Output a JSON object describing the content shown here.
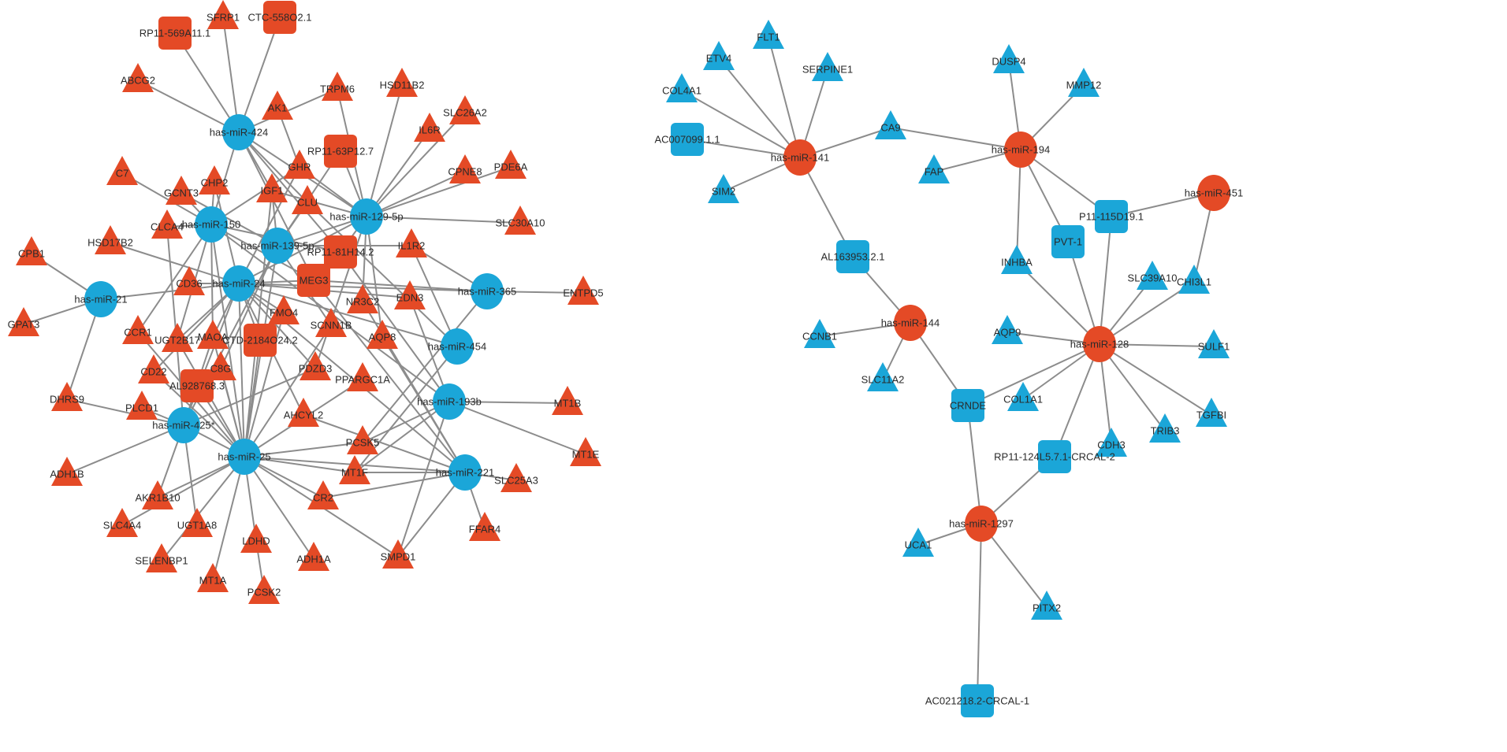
{
  "colors": {
    "red": "#e44a26",
    "blue": "#1ba6d8",
    "edge": "#8c8c8c"
  },
  "networks": [
    {
      "name": "left",
      "mirna_color": "blue",
      "target_color": "red",
      "mirnas": [
        "has-miR-424",
        "has-miR-150",
        "has-miR-139-5p",
        "has-miR-129-5p",
        "has-miR-24",
        "has-miR-21",
        "has-miR-365",
        "has-miR-454",
        "has-miR-193b",
        "has-miR-425*",
        "has-miR-25",
        "has-miR-221"
      ],
      "lncrnas": [
        "RP11-569A11.1",
        "CTC-558O2.1",
        "RP11-63P12.7",
        "RP11-81H14.2",
        "MEG3",
        "CTD-2184O24.2",
        "AL928768.3"
      ],
      "genes": [
        "SFRP1",
        "ABCG2",
        "AK1",
        "TRPM6",
        "HSD11B2",
        "IL6R",
        "SLC26A2",
        "GHR",
        "CPNE8",
        "PDE6A",
        "C7",
        "CHP2",
        "GCNT3",
        "IGF1",
        "CLU",
        "SLC30A10",
        "CLCA4",
        "HSD17B2",
        "IL1R2",
        "CPB1",
        "CD36",
        "EDN3",
        "NR3C2",
        "ENTPD5",
        "FMO4",
        "GPAT3",
        "SCNN1B",
        "CCR1",
        "UGT2B17",
        "MAOA",
        "AQP8",
        "CD22",
        "PDZD3",
        "C8G",
        "PPARGC1A",
        "DHRS9",
        "PLCD1",
        "AHCYL2",
        "MT1B",
        "PCSK5",
        "ADH1B",
        "MT1E",
        "MT1F",
        "SLC25A3",
        "AKR1B10",
        "CR2",
        "SLC4A4",
        "UGT1A8",
        "FFAR4",
        "LDHD",
        "SMPD1",
        "ADH1A",
        "SELENBP1",
        "MT1A",
        "PCSK2"
      ],
      "edges": [
        [
          "has-miR-424",
          "RP11-569A11.1"
        ],
        [
          "has-miR-424",
          "SFRP1"
        ],
        [
          "has-miR-424",
          "CTC-558O2.1"
        ],
        [
          "has-miR-424",
          "ABCG2"
        ],
        [
          "has-miR-424",
          "TRPM6"
        ],
        [
          "has-miR-424",
          "has-miR-150"
        ],
        [
          "has-miR-424",
          "CLU"
        ],
        [
          "has-miR-424",
          "MEG3"
        ],
        [
          "has-miR-424",
          "RP11-81H14.2"
        ],
        [
          "has-miR-424",
          "has-miR-129-5p"
        ],
        [
          "has-miR-424",
          "IGF1"
        ],
        [
          "has-miR-129-5p",
          "TRPM6"
        ],
        [
          "has-miR-129-5p",
          "HSD11B2"
        ],
        [
          "has-miR-129-5p",
          "IL6R"
        ],
        [
          "has-miR-129-5p",
          "SLC26A2"
        ],
        [
          "has-miR-129-5p",
          "CPNE8"
        ],
        [
          "has-miR-129-5p",
          "PDE6A"
        ],
        [
          "has-miR-129-5p",
          "SLC30A10"
        ],
        [
          "has-miR-129-5p",
          "RP11-63P12.7"
        ],
        [
          "has-miR-129-5p",
          "GHR"
        ],
        [
          "has-miR-129-5p",
          "IGF1"
        ],
        [
          "has-miR-129-5p",
          "has-miR-139-5p"
        ],
        [
          "has-miR-129-5p",
          "RP11-81H14.2"
        ],
        [
          "has-miR-129-5p",
          "NR3C2"
        ],
        [
          "has-miR-129-5p",
          "PDZD3"
        ],
        [
          "has-miR-129-5p",
          "has-miR-24"
        ],
        [
          "has-miR-129-5p",
          "AQP8"
        ],
        [
          "has-miR-150",
          "GCNT3"
        ],
        [
          "has-miR-150",
          "CLCA4"
        ],
        [
          "has-miR-150",
          "C7"
        ],
        [
          "has-miR-150",
          "CHP2"
        ],
        [
          "has-miR-150",
          "GHR"
        ],
        [
          "has-miR-150",
          "RP11-81H14.2"
        ],
        [
          "has-miR-150",
          "MEG3"
        ],
        [
          "has-miR-150",
          "CCR1"
        ],
        [
          "has-miR-150",
          "UGT2B17"
        ],
        [
          "has-miR-150",
          "MAOA"
        ],
        [
          "has-miR-150",
          "has-miR-193b"
        ],
        [
          "has-miR-150",
          "has-miR-25"
        ],
        [
          "has-miR-139-5p",
          "RP11-63P12.7"
        ],
        [
          "has-miR-139-5p",
          "IGF1"
        ],
        [
          "has-miR-139-5p",
          "CLU"
        ],
        [
          "has-miR-139-5p",
          "IL1R2"
        ],
        [
          "has-miR-139-5p",
          "GCNT3"
        ],
        [
          "has-miR-139-5p",
          "has-miR-25"
        ],
        [
          "has-miR-139-5p",
          "C8G"
        ],
        [
          "has-miR-139-5p",
          "has-miR-425*"
        ],
        [
          "has-miR-139-5p",
          "SCNN1B"
        ],
        [
          "has-miR-24",
          "HSD17B2"
        ],
        [
          "has-miR-24",
          "has-miR-21"
        ],
        [
          "has-miR-24",
          "CD36"
        ],
        [
          "has-miR-24",
          "MEG3"
        ],
        [
          "has-miR-24",
          "EDN3"
        ],
        [
          "has-miR-24",
          "has-miR-365"
        ],
        [
          "has-miR-24",
          "has-miR-454"
        ],
        [
          "has-miR-24",
          "has-miR-221"
        ],
        [
          "has-miR-24",
          "CHP2"
        ],
        [
          "has-miR-24",
          "GHR"
        ],
        [
          "has-miR-24",
          "FMO4"
        ],
        [
          "has-miR-24",
          "CTD-2184O24.2"
        ],
        [
          "has-miR-24",
          "UGT2B17"
        ],
        [
          "has-miR-24",
          "MAOA"
        ],
        [
          "has-miR-24",
          "CD22"
        ],
        [
          "has-miR-24",
          "has-miR-425*"
        ],
        [
          "has-miR-24",
          "PDZD3"
        ],
        [
          "has-miR-24",
          "AHCYL2"
        ],
        [
          "has-miR-24",
          "has-miR-25"
        ],
        [
          "has-miR-21",
          "CPB1"
        ],
        [
          "has-miR-21",
          "GPAT3"
        ],
        [
          "has-miR-21",
          "DHRS9"
        ],
        [
          "has-miR-365",
          "ENTPD5"
        ],
        [
          "has-miR-365",
          "IL1R2"
        ],
        [
          "has-miR-365",
          "MEG3"
        ],
        [
          "has-miR-365",
          "PCSK5"
        ],
        [
          "has-miR-454",
          "IL1R2"
        ],
        [
          "has-miR-454",
          "CLU"
        ],
        [
          "has-miR-454",
          "MT1F"
        ],
        [
          "has-miR-193b",
          "MT1B"
        ],
        [
          "has-miR-193b",
          "MT1E"
        ],
        [
          "has-miR-193b",
          "PCSK5"
        ],
        [
          "has-miR-193b",
          "SMPD1"
        ],
        [
          "has-miR-193b",
          "EDN3"
        ],
        [
          "has-miR-193b",
          "MT1F"
        ],
        [
          "has-miR-193b",
          "RP11-81H14.2"
        ],
        [
          "has-miR-221",
          "SLC25A3"
        ],
        [
          "has-miR-221",
          "FFAR4"
        ],
        [
          "has-miR-221",
          "MT1F"
        ],
        [
          "has-miR-221",
          "CR2"
        ],
        [
          "has-miR-221",
          "SMPD1"
        ],
        [
          "has-miR-221",
          "AHCYL2"
        ],
        [
          "has-miR-221",
          "AQP8"
        ],
        [
          "has-miR-221",
          "NR3C2"
        ],
        [
          "has-miR-221",
          "MEG3"
        ],
        [
          "has-miR-425*",
          "DHRS9"
        ],
        [
          "has-miR-425*",
          "PLCD1"
        ],
        [
          "has-miR-425*",
          "ADH1B"
        ],
        [
          "has-miR-425*",
          "AKR1B10"
        ],
        [
          "has-miR-425*",
          "UGT1A8"
        ],
        [
          "has-miR-425*",
          "AL928768.3"
        ],
        [
          "has-miR-425*",
          "PDZD3"
        ],
        [
          "has-miR-425*",
          "has-miR-25"
        ],
        [
          "has-miR-425*",
          "MAOA"
        ],
        [
          "has-miR-425*",
          "CLCA4"
        ],
        [
          "has-miR-25",
          "AL928768.3"
        ],
        [
          "has-miR-25",
          "CTD-2184O24.2"
        ],
        [
          "has-miR-25",
          "C8G"
        ],
        [
          "has-miR-25",
          "MAOA"
        ],
        [
          "has-miR-25",
          "UGT2B17"
        ],
        [
          "has-miR-25",
          "FMO4"
        ],
        [
          "has-miR-25",
          "PPARGC1A"
        ],
        [
          "has-miR-25",
          "PCSK5"
        ],
        [
          "has-miR-25",
          "MT1F"
        ],
        [
          "has-miR-25",
          "CR2"
        ],
        [
          "has-miR-25",
          "SMPD1"
        ],
        [
          "has-miR-25",
          "ADH1A"
        ],
        [
          "has-miR-25",
          "LDHD"
        ],
        [
          "has-miR-25",
          "MT1A"
        ],
        [
          "has-miR-25",
          "SELENBP1"
        ],
        [
          "has-miR-25",
          "SLC4A4"
        ],
        [
          "has-miR-25",
          "AKR1B10"
        ],
        [
          "has-miR-25",
          "CD22"
        ],
        [
          "has-miR-25",
          "CCR1"
        ],
        [
          "has-miR-25",
          "SCNN1B"
        ],
        [
          "has-miR-25",
          "has-miR-221"
        ],
        [
          "has-miR-25",
          "IGF1"
        ],
        [
          "LDHD",
          "PCSK2"
        ],
        [
          "AK1",
          "GHR"
        ]
      ]
    },
    {
      "name": "right",
      "mirna_color": "red",
      "target_color": "blue",
      "mirnas": [
        "has-miR-141",
        "has-miR-194",
        "has-miR-451",
        "has-miR-144",
        "has-miR-128",
        "has-miR-1297"
      ],
      "lncrnas": [
        "AC007099.1.1",
        "AL163953.2.1",
        "P11-115D19.1",
        "PVT-1",
        "CRNDE",
        "RP11-124L5.7.1-CRCAL-2",
        "AC021218.2-CRCAL-1"
      ],
      "genes": [
        "FLT1",
        "ETV4",
        "SERPINE1",
        "COL4A1",
        "CA9",
        "SIM2",
        "DUSP4",
        "MMP12",
        "FAP",
        "INHBA",
        "SLC39A10",
        "CHI3L1",
        "CCNB1",
        "AQP9",
        "SULF1",
        "SLC11A2",
        "COL1A1",
        "TGFBI",
        "CDH3",
        "TRIB3",
        "UCA1",
        "PITX2"
      ],
      "edges": [
        [
          "has-miR-141",
          "ETV4"
        ],
        [
          "has-miR-141",
          "FLT1"
        ],
        [
          "has-miR-141",
          "SERPINE1"
        ],
        [
          "has-miR-141",
          "COL4A1"
        ],
        [
          "has-miR-141",
          "AC007099.1.1"
        ],
        [
          "has-miR-141",
          "SIM2"
        ],
        [
          "has-miR-141",
          "CA9"
        ],
        [
          "has-miR-141",
          "AL163953.2.1"
        ],
        [
          "CA9",
          "has-miR-194"
        ],
        [
          "has-miR-194",
          "DUSP4"
        ],
        [
          "has-miR-194",
          "MMP12"
        ],
        [
          "has-miR-194",
          "FAP"
        ],
        [
          "has-miR-194",
          "INHBA"
        ],
        [
          "has-miR-194",
          "PVT-1"
        ],
        [
          "has-miR-194",
          "P11-115D19.1"
        ],
        [
          "P11-115D19.1",
          "has-miR-451"
        ],
        [
          "P11-115D19.1",
          "has-miR-128"
        ],
        [
          "has-miR-451",
          "CHI3L1"
        ],
        [
          "AL163953.2.1",
          "has-miR-144"
        ],
        [
          "has-miR-144",
          "CCNB1"
        ],
        [
          "has-miR-144",
          "SLC11A2"
        ],
        [
          "has-miR-144",
          "CRNDE"
        ],
        [
          "CRNDE",
          "has-miR-128"
        ],
        [
          "CRNDE",
          "has-miR-1297"
        ],
        [
          "has-miR-128",
          "INHBA"
        ],
        [
          "has-miR-128",
          "PVT-1"
        ],
        [
          "has-miR-128",
          "SLC39A10"
        ],
        [
          "has-miR-128",
          "CHI3L1"
        ],
        [
          "has-miR-128",
          "AQP9"
        ],
        [
          "has-miR-128",
          "SULF1"
        ],
        [
          "has-miR-128",
          "TGFBI"
        ],
        [
          "has-miR-128",
          "TRIB3"
        ],
        [
          "has-miR-128",
          "CDH3"
        ],
        [
          "has-miR-128",
          "COL1A1"
        ],
        [
          "has-miR-128",
          "RP11-124L5.7.1-CRCAL-2"
        ],
        [
          "RP11-124L5.7.1-CRCAL-2",
          "has-miR-1297"
        ],
        [
          "has-miR-1297",
          "UCA1"
        ],
        [
          "has-miR-1297",
          "AC021218.2-CRCAL-1"
        ],
        [
          "has-miR-1297",
          "PITX2"
        ]
      ]
    }
  ]
}
